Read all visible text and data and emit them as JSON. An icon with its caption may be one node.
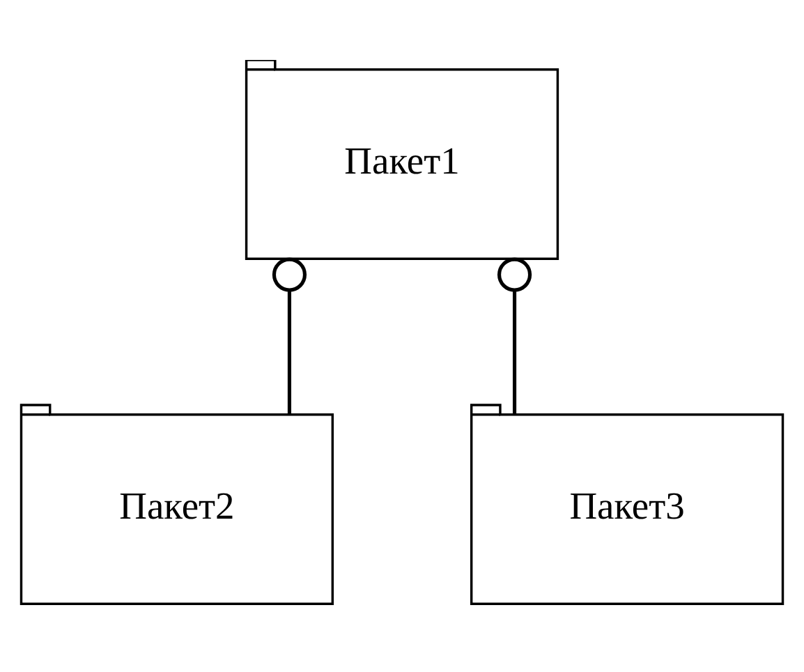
{
  "diagram": {
    "nodes": [
      {
        "text": [
          "Пакет1"
        ]
      },
      {
        "text": [
          "Пакет2"
        ]
      },
      {
        "text": [
          "Пакет3"
        ]
      }
    ],
    "edges": [
      {
        "from": 0,
        "to": 1,
        "arrow": "other"
      },
      {
        "from": 0,
        "to": 2,
        "arrow": "other"
      }
    ]
  }
}
